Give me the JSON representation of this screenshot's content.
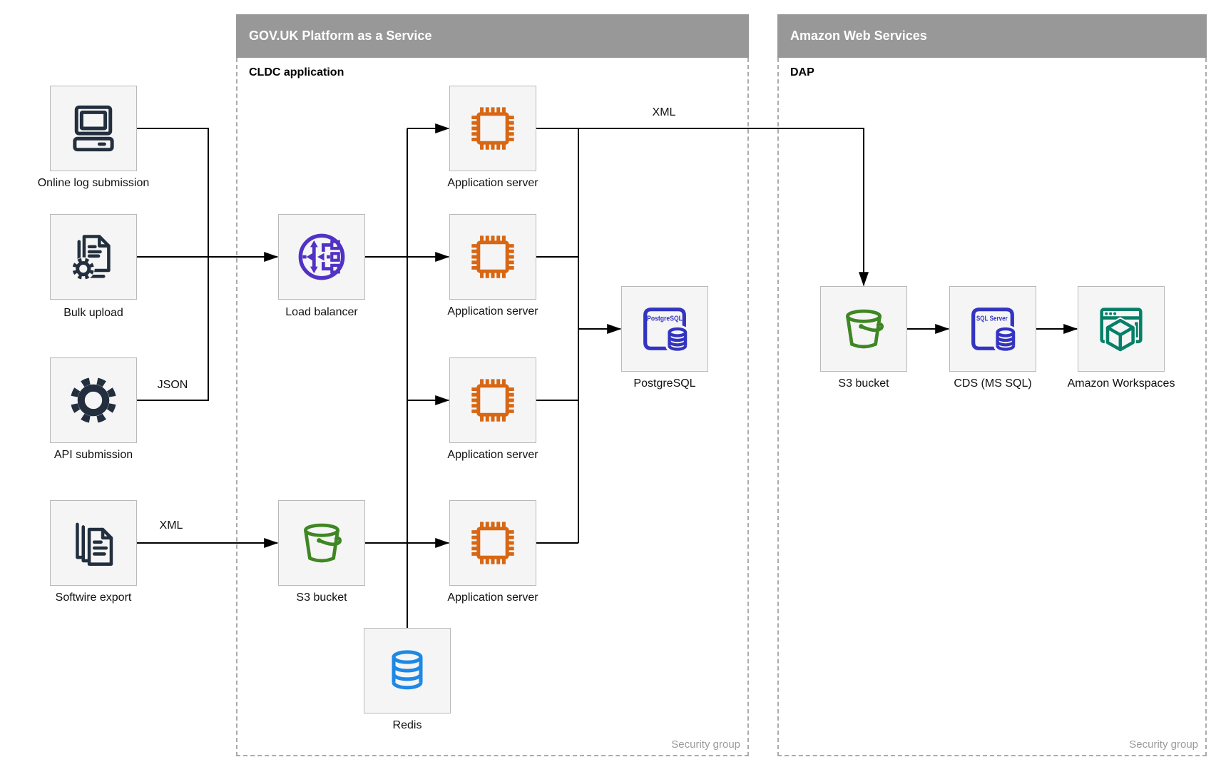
{
  "paas": {
    "title": "GOV.UK Platform as a Service",
    "sublabel": "CLDC application",
    "security_label": "Security group"
  },
  "aws": {
    "title": "Amazon Web Services",
    "sublabel": "DAP",
    "security_label": "Security group"
  },
  "nodes": {
    "online_log": {
      "label": "Online log submission"
    },
    "bulk_upload": {
      "label": "Bulk upload"
    },
    "api_submission": {
      "label": "API submission"
    },
    "softwire_export": {
      "label": "Softwire export"
    },
    "load_balancer": {
      "label": "Load balancer"
    },
    "s3_paas": {
      "label": "S3 bucket"
    },
    "app_server_1": {
      "label": "Application server"
    },
    "app_server_2": {
      "label": "Application server"
    },
    "app_server_3": {
      "label": "Application server"
    },
    "app_server_4": {
      "label": "Application server"
    },
    "postgresql": {
      "label": "PostgreSQL",
      "icon_text": "PostgreSQL"
    },
    "redis": {
      "label": "Redis"
    },
    "s3_aws": {
      "label": "S3 bucket"
    },
    "cds": {
      "label": "CDS (MS SQL)",
      "icon_text": "SQL Server"
    },
    "workspaces": {
      "label": "Amazon Workspaces"
    }
  },
  "edge_labels": {
    "json_to_bus": "JSON",
    "xml_to_s3": "XML",
    "xml_to_aws": "XML"
  },
  "colors": {
    "source_icon": "#232F3E",
    "load_balancer_icon": "#5232C5",
    "app_server_icon": "#D86613",
    "s3_bucket_icon": "#3F8624",
    "postgresql_icon": "#3334C0",
    "sql_server_icon": "#3334C0",
    "redis_icon": "#1E88E5",
    "workspaces_icon": "#067F68",
    "container_header_bg": "#989898",
    "container_header_text": "#FFFFFF",
    "container_border": "#ABABAB",
    "node_fill": "#F5F5F5",
    "node_border": "#B9B9B9",
    "connector": "#000000",
    "security_label_text": "#9B9B9B"
  }
}
